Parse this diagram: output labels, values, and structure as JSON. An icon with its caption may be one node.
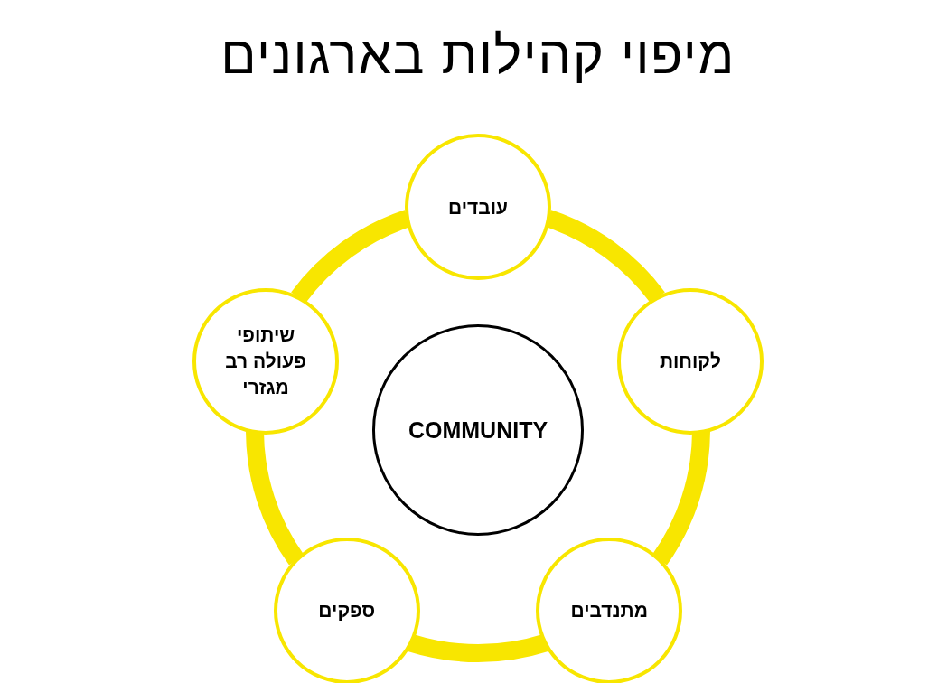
{
  "diagram": {
    "title": "מיפוי קהילות בארגונים",
    "nodes": [
      {
        "text": [
          "עובדים"
        ]
      },
      {
        "text": [
          "לקוחות"
        ]
      },
      {
        "text": [
          "מתנדבים"
        ]
      },
      {
        "text": [
          "ספקים"
        ]
      },
      {
        "text": [
          "שיתופי פעולה רב מגזרי"
        ]
      },
      {
        "text": [
          "COMMUNITY"
        ]
      }
    ],
    "edges": [
      {
        "from": 0,
        "to": 1,
        "arrow": "none"
      },
      {
        "from": 1,
        "to": 2,
        "arrow": "none"
      },
      {
        "from": 2,
        "to": 3,
        "arrow": "none"
      },
      {
        "from": 3,
        "to": 4,
        "arrow": "none"
      },
      {
        "from": 4,
        "to": 0,
        "arrow": "none"
      }
    ]
  }
}
